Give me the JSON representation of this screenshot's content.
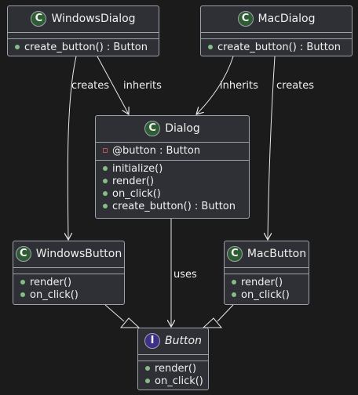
{
  "colors": {
    "background": "#1b1b1b",
    "box_fill": "#2f3035",
    "box_border": "#9ea2aa",
    "class_badge": "#2e5d33",
    "interface_badge": "#3b3186",
    "public_marker": "#84be84",
    "private_marker": "#c85050",
    "edge": "#e8e8e8"
  },
  "nodes": {
    "windows_dialog": {
      "stereotype_letter": "C",
      "name": "WindowsDialog",
      "fields": [],
      "methods": [
        "create_button() : Button"
      ]
    },
    "mac_dialog": {
      "stereotype_letter": "C",
      "name": "MacDialog",
      "fields": [],
      "methods": [
        "create_button() : Button"
      ]
    },
    "dialog": {
      "stereotype_letter": "C",
      "name": "Dialog",
      "fields": [
        "@button : Button"
      ],
      "methods": [
        "initialize()",
        "render()",
        "on_click()",
        "create_button() : Button"
      ]
    },
    "windows_button": {
      "stereotype_letter": "C",
      "name": "WindowsButton",
      "fields": [],
      "methods": [
        "render()",
        "on_click()"
      ]
    },
    "mac_button": {
      "stereotype_letter": "C",
      "name": "MacButton",
      "fields": [],
      "methods": [
        "render()",
        "on_click()"
      ]
    },
    "button": {
      "stereotype_letter": "I",
      "name": "Button",
      "fields": [],
      "methods": [
        "render()",
        "on_click()"
      ]
    }
  },
  "edges": {
    "windows_dialog_creates": "creates",
    "windows_dialog_inherits": "inherits",
    "mac_dialog_inherits": "inherits",
    "mac_dialog_creates": "creates",
    "dialog_uses": "uses"
  }
}
